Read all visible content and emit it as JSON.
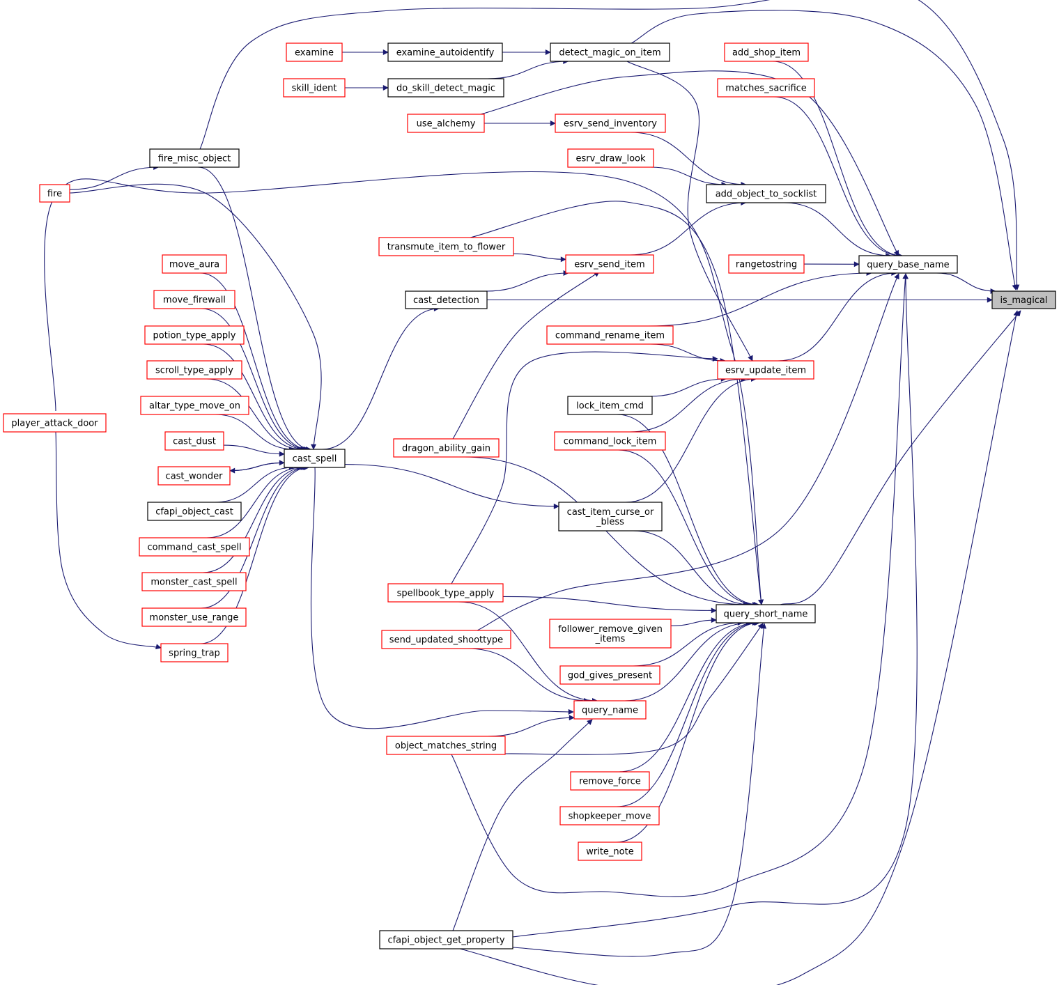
{
  "graph": {
    "nodes": [
      {
        "id": "is_magical",
        "label": "is_magical",
        "style": "focus"
      },
      {
        "id": "query_base_name",
        "label": "query_base_name",
        "style": "black"
      },
      {
        "id": "query_short_name",
        "label": "query_short_name",
        "style": "black"
      },
      {
        "id": "cast_detection",
        "label": "cast_detection",
        "style": "black"
      },
      {
        "id": "detect_magic_on_item",
        "label": "detect_magic_on_item",
        "style": "black"
      },
      {
        "id": "cfapi_object_get_property",
        "label": "cfapi_object_get_property",
        "style": "black"
      },
      {
        "id": "examine_autoidentify",
        "label": "examine_autoidentify",
        "style": "black"
      },
      {
        "id": "do_skill_detect_magic",
        "label": "do_skill_detect_magic",
        "style": "black"
      },
      {
        "id": "examine",
        "label": "examine",
        "style": "red"
      },
      {
        "id": "skill_ident",
        "label": "skill_ident",
        "style": "red"
      },
      {
        "id": "fire_misc_object",
        "label": "fire_misc_object",
        "style": "black"
      },
      {
        "id": "fire",
        "label": "fire",
        "style": "red"
      },
      {
        "id": "add_shop_item",
        "label": "add_shop_item",
        "style": "red"
      },
      {
        "id": "matches_sacrifice",
        "label": "matches_sacrifice",
        "style": "red"
      },
      {
        "id": "use_alchemy",
        "label": "use_alchemy",
        "style": "red"
      },
      {
        "id": "esrv_send_inventory",
        "label": "esrv_send_inventory",
        "style": "red"
      },
      {
        "id": "esrv_draw_look",
        "label": "esrv_draw_look",
        "style": "red"
      },
      {
        "id": "add_object_to_socklist",
        "label": "add_object_to_socklist",
        "style": "black"
      },
      {
        "id": "transmute_item_to_flower",
        "label": "transmute_item_to_flower",
        "style": "red"
      },
      {
        "id": "esrv_send_item",
        "label": "esrv_send_item",
        "style": "red"
      },
      {
        "id": "rangetostring",
        "label": "rangetostring",
        "style": "red"
      },
      {
        "id": "command_rename_item",
        "label": "command_rename_item",
        "style": "red"
      },
      {
        "id": "esrv_update_item",
        "label": "esrv_update_item",
        "style": "red"
      },
      {
        "id": "lock_item_cmd",
        "label": "lock_item_cmd",
        "style": "black"
      },
      {
        "id": "command_lock_item",
        "label": "command_lock_item",
        "style": "red"
      },
      {
        "id": "dragon_ability_gain",
        "label": "dragon_ability_gain",
        "style": "red"
      },
      {
        "id": "cast_spell",
        "label": "cast_spell",
        "style": "black"
      },
      {
        "id": "cast_item_curse_or_bless",
        "label": [
          "cast_item_curse_or",
          "_bless"
        ],
        "style": "black"
      },
      {
        "id": "spellbook_type_apply",
        "label": "spellbook_type_apply",
        "style": "red"
      },
      {
        "id": "send_updated_shoottype",
        "label": "send_updated_shoottype",
        "style": "red"
      },
      {
        "id": "follower_remove_given_items",
        "label": [
          "follower_remove_given",
          "_items"
        ],
        "style": "red"
      },
      {
        "id": "god_gives_present",
        "label": "god_gives_present",
        "style": "red"
      },
      {
        "id": "query_name",
        "label": "query_name",
        "style": "red"
      },
      {
        "id": "object_matches_string",
        "label": "object_matches_string",
        "style": "red"
      },
      {
        "id": "remove_force",
        "label": "remove_force",
        "style": "red"
      },
      {
        "id": "shopkeeper_move",
        "label": "shopkeeper_move",
        "style": "red"
      },
      {
        "id": "write_note",
        "label": "write_note",
        "style": "red"
      },
      {
        "id": "move_aura",
        "label": "move_aura",
        "style": "red"
      },
      {
        "id": "move_firewall",
        "label": "move_firewall",
        "style": "red"
      },
      {
        "id": "potion_type_apply",
        "label": "potion_type_apply",
        "style": "red"
      },
      {
        "id": "scroll_type_apply",
        "label": "scroll_type_apply",
        "style": "red"
      },
      {
        "id": "altar_type_move_on",
        "label": "altar_type_move_on",
        "style": "red"
      },
      {
        "id": "player_attack_door",
        "label": "player_attack_door",
        "style": "red"
      },
      {
        "id": "cast_dust",
        "label": "cast_dust",
        "style": "red"
      },
      {
        "id": "cast_wonder",
        "label": "cast_wonder",
        "style": "red"
      },
      {
        "id": "cfapi_object_cast",
        "label": "cfapi_object_cast",
        "style": "black"
      },
      {
        "id": "command_cast_spell",
        "label": "command_cast_spell",
        "style": "red"
      },
      {
        "id": "monster_cast_spell",
        "label": "monster_cast_spell",
        "style": "red"
      },
      {
        "id": "monster_use_range",
        "label": "monster_use_range",
        "style": "red"
      },
      {
        "id": "spring_trap",
        "label": "spring_trap",
        "style": "red"
      }
    ],
    "edges": [
      [
        "query_base_name",
        "is_magical"
      ],
      [
        "query_short_name",
        "is_magical"
      ],
      [
        "cast_detection",
        "is_magical"
      ],
      [
        "detect_magic_on_item",
        "is_magical"
      ],
      [
        "cfapi_object_get_property",
        "is_magical"
      ],
      [
        "fire_misc_object",
        "is_magical"
      ],
      [
        "examine",
        "examine_autoidentify"
      ],
      [
        "examine_autoidentify",
        "detect_magic_on_item"
      ],
      [
        "skill_ident",
        "do_skill_detect_magic"
      ],
      [
        "do_skill_detect_magic",
        "detect_magic_on_item"
      ],
      [
        "fire",
        "fire_misc_object"
      ],
      [
        "use_alchemy",
        "esrv_send_inventory"
      ],
      [
        "esrv_send_inventory",
        "add_object_to_socklist"
      ],
      [
        "esrv_draw_look",
        "add_object_to_socklist"
      ],
      [
        "add_object_to_socklist",
        "query_base_name"
      ],
      [
        "esrv_send_item",
        "add_object_to_socklist"
      ],
      [
        "transmute_item_to_flower",
        "esrv_send_item"
      ],
      [
        "cast_detection",
        "esrv_send_item"
      ],
      [
        "dragon_ability_gain",
        "esrv_send_item"
      ],
      [
        "add_shop_item",
        "query_base_name"
      ],
      [
        "matches_sacrifice",
        "query_base_name"
      ],
      [
        "rangetostring",
        "query_base_name"
      ],
      [
        "command_rename_item",
        "query_base_name"
      ],
      [
        "esrv_update_item",
        "query_base_name"
      ],
      [
        "use_alchemy",
        "query_base_name"
      ],
      [
        "send_updated_shoottype",
        "query_base_name"
      ],
      [
        "cfapi_object_get_property",
        "query_base_name"
      ],
      [
        "object_matches_string",
        "query_base_name"
      ],
      [
        "detect_magic_on_item",
        "esrv_update_item"
      ],
      [
        "command_rename_item",
        "esrv_update_item"
      ],
      [
        "lock_item_cmd",
        "esrv_update_item"
      ],
      [
        "command_lock_item",
        "esrv_update_item"
      ],
      [
        "cast_item_curse_or_bless",
        "esrv_update_item"
      ],
      [
        "spellbook_type_apply",
        "esrv_update_item"
      ],
      [
        "cast_spell",
        "cast_detection"
      ],
      [
        "cast_spell",
        "cast_item_curse_or_bless"
      ],
      [
        "cast_item_curse_or_bless",
        "query_short_name"
      ],
      [
        "spellbook_type_apply",
        "query_short_name"
      ],
      [
        "follower_remove_given_items",
        "query_short_name"
      ],
      [
        "god_gives_present",
        "query_short_name"
      ],
      [
        "query_name",
        "query_short_name"
      ],
      [
        "object_matches_string",
        "query_short_name"
      ],
      [
        "remove_force",
        "query_short_name"
      ],
      [
        "shopkeeper_move",
        "query_short_name"
      ],
      [
        "write_note",
        "query_short_name"
      ],
      [
        "cfapi_object_get_property",
        "query_short_name"
      ],
      [
        "lock_item_cmd",
        "query_short_name"
      ],
      [
        "command_lock_item",
        "query_short_name"
      ],
      [
        "dragon_ability_gain",
        "query_short_name"
      ],
      [
        "transmute_item_to_flower",
        "query_short_name"
      ],
      [
        "fire",
        "query_short_name"
      ],
      [
        "cast_spell",
        "query_name"
      ],
      [
        "spellbook_type_apply",
        "query_name"
      ],
      [
        "send_updated_shoottype",
        "query_name"
      ],
      [
        "object_matches_string",
        "query_name"
      ],
      [
        "cfapi_object_get_property",
        "query_name"
      ],
      [
        "fire_misc_object",
        "cast_spell"
      ],
      [
        "fire",
        "cast_spell"
      ],
      [
        "move_aura",
        "cast_spell"
      ],
      [
        "move_firewall",
        "cast_spell"
      ],
      [
        "potion_type_apply",
        "cast_spell"
      ],
      [
        "scroll_type_apply",
        "cast_spell"
      ],
      [
        "altar_type_move_on",
        "cast_spell"
      ],
      [
        "cast_dust",
        "cast_spell"
      ],
      [
        "cast_wonder",
        "cast_spell"
      ],
      [
        "cast_spell",
        "cast_wonder"
      ],
      [
        "cfapi_object_cast",
        "cast_spell"
      ],
      [
        "command_cast_spell",
        "cast_spell"
      ],
      [
        "monster_cast_spell",
        "cast_spell"
      ],
      [
        "monster_use_range",
        "cast_spell"
      ],
      [
        "spring_trap",
        "cast_spell"
      ],
      [
        "player_attack_door",
        "spring_trap"
      ]
    ]
  }
}
